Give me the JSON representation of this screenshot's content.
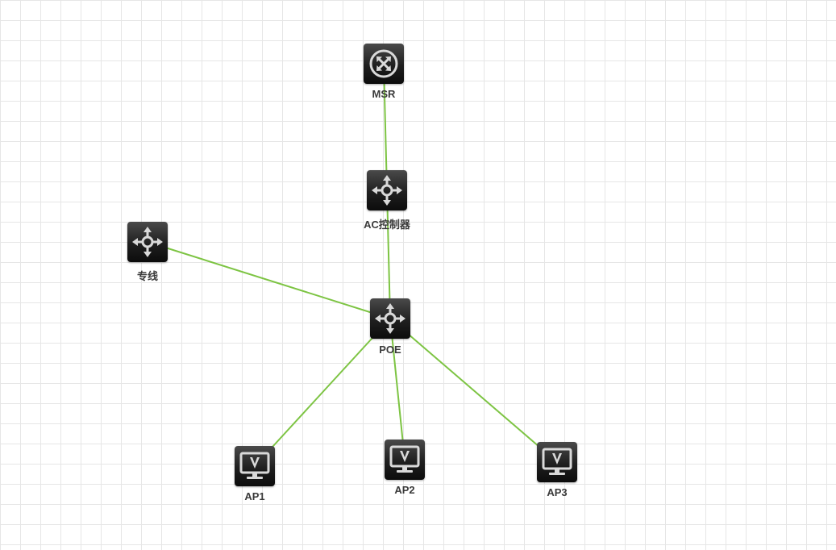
{
  "diagram": {
    "link_color": "#7dc443",
    "nodes": [
      {
        "id": "msr",
        "label": "MSR",
        "icon": "router-icon"
      },
      {
        "id": "ac",
        "label": "AC控制器",
        "icon": "switch-icon"
      },
      {
        "id": "zhuanxian",
        "label": "专线",
        "icon": "switch-icon"
      },
      {
        "id": "poe",
        "label": "POE",
        "icon": "switch-icon"
      },
      {
        "id": "ap1",
        "label": "AP1",
        "icon": "access-point-icon"
      },
      {
        "id": "ap2",
        "label": "AP2",
        "icon": "access-point-icon"
      },
      {
        "id": "ap3",
        "label": "AP3",
        "icon": "access-point-icon"
      }
    ],
    "links": [
      {
        "from": "msr",
        "to": "ac"
      },
      {
        "from": "ac",
        "to": "poe"
      },
      {
        "from": "zhuanxian",
        "to": "poe"
      },
      {
        "from": "poe",
        "to": "ap1"
      },
      {
        "from": "poe",
        "to": "ap2"
      },
      {
        "from": "poe",
        "to": "ap3"
      }
    ]
  }
}
